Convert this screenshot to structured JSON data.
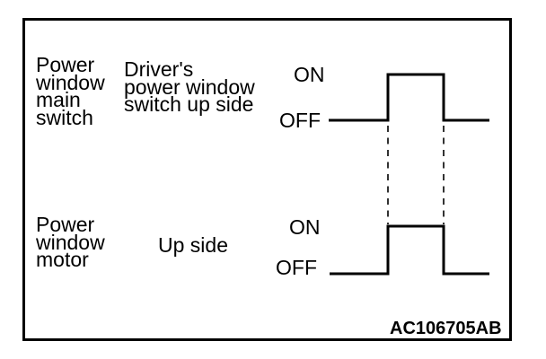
{
  "figure": {
    "code": "AC106705AB"
  },
  "colors": {
    "ink": "#000000",
    "background": "#ffffff"
  },
  "diagram": {
    "type": "timing-diagram",
    "rows": [
      {
        "component": "Power\nwindow\nmain\nswitch",
        "signal": "Driver's\npower window\nswitch up side",
        "on_label": "ON",
        "off_label": "OFF",
        "waveform_states": [
          "OFF",
          "ON",
          "OFF"
        ]
      },
      {
        "component": "Power\nwindow\nmotor",
        "signal": "Up side",
        "on_label": "ON",
        "off_label": "OFF",
        "waveform_states": [
          "OFF",
          "ON",
          "OFF"
        ]
      }
    ]
  }
}
